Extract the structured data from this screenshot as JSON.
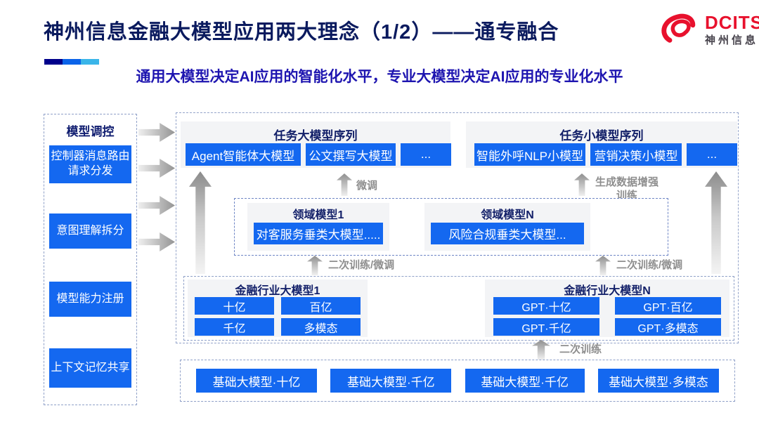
{
  "appearance": {
    "accent_blue": "#1468f0",
    "title_navy": "#0a1a5e",
    "subtitle_blue": "#1e15b0",
    "label_gray": "#8e8e8e",
    "brand_red": "#e8112d",
    "accent_bar_colors": [
      "#00008b",
      "#0b63e9",
      "#3ab5e9"
    ]
  },
  "header": {
    "title": "神州信息金融大模型应用两大理念（1/2）——通专融合",
    "subtitle": "通用大模型决定AI应用的智能化水平，专业大模型决定AI应用的专业化水平",
    "logo": {
      "brand": "DCITS",
      "brand_cn": "神州信息"
    }
  },
  "sidebar": {
    "title": "模型调控",
    "items": [
      {
        "label": "控制器消息路由请求分发"
      },
      {
        "label": "意图理解拆分"
      },
      {
        "label": "模型能力注册"
      },
      {
        "label": "上下文记忆共享"
      }
    ]
  },
  "diagram": {
    "task_large_group": {
      "title": "任务大模型序列",
      "items": [
        "Agent智能体大模型",
        "公文撰写大模型",
        "..."
      ]
    },
    "task_small_group": {
      "title": "任务小模型序列",
      "items": [
        "智能外呼NLP小模型",
        "营销决策小模型",
        "..."
      ]
    },
    "domain_box": {
      "groups": [
        {
          "title": "领域模型1",
          "model": "对客服务垂类大模型....."
        },
        {
          "title": "领域模型N",
          "model": "风险合规垂类大模型..."
        }
      ]
    },
    "industry_box": {
      "groups": [
        {
          "title": "金融行业大模型1",
          "models": [
            "十亿",
            "百亿",
            "千亿",
            "多模态"
          ]
        },
        {
          "title": "金融行业大模型N",
          "models": [
            "GPT·十亿",
            "GPT·百亿",
            "GPT·千亿",
            "GPT·多模态"
          ]
        }
      ]
    },
    "base_box": {
      "models": [
        "基础大模型·十亿",
        "基础大模型·千亿",
        "基础大模型·千亿",
        "基础大模型·多模态"
      ]
    },
    "flow_labels": {
      "fine_tune": "微调",
      "gen_data_training": "生成数据增强训练",
      "second_training_finetune": [
        "二次训练/微调",
        "二次训练/微调"
      ],
      "second_training": "二次训练"
    }
  }
}
